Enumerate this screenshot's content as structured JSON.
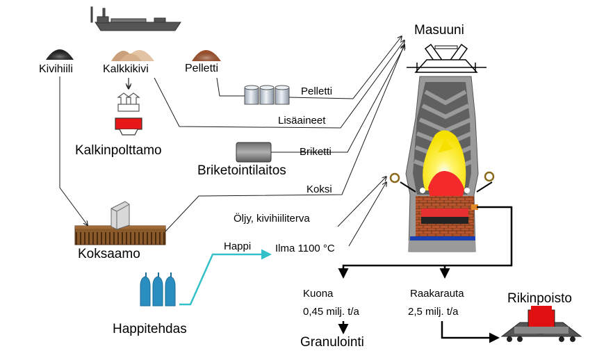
{
  "labels": {
    "masuuni": "Masuuni",
    "kivihiili": "Kivihiili",
    "kalkkikivi": "Kalkkikivi",
    "pelletti_raw": "Pelletti",
    "pelletti_feed": "Pelletti",
    "lisaaineet": "Lisäaineet",
    "briketti": "Briketti",
    "kalkinpolttamo": "Kalkinpolttamo",
    "briketointilaitos": "Briketointilaitos",
    "koksi": "Koksi",
    "oljy": "Öljy, kivihiiliterva",
    "koksaamo": "Koksaamo",
    "happi": "Happi",
    "ilma": "Ilma 1100 °C",
    "happitehdas": "Happitehdas",
    "kuona": "Kuona",
    "kuona_amount": "0,45 milj. t/a",
    "raakarauta": "Raakarauta",
    "raakarauta_amount": "2,5 milj. t/a",
    "rikinpoisto": "Rikinpoisto",
    "granulointi": "Granulointi"
  },
  "colors": {
    "line": "#1a1a1a",
    "oxygen_line": "#33c0c8",
    "oxygen_tanks": "#2a8fc0",
    "furnace_wall": "#8a8a8a",
    "burden_layer": "#7a7a7a",
    "flame_yellow": "#f6f000",
    "flame_core": "#f22a2a",
    "hearth_brick": "#b24a2a",
    "hearth_blue": "#1a3fb0",
    "coke_oven": "#8a5a2a",
    "ladle_red": "#e01010",
    "coal": "#222222",
    "limestone": "#d8b088",
    "pellet": "#9a4a2a"
  },
  "icons": [
    "ship-icon",
    "coal-pile-icon",
    "limestone-pile-icon",
    "pellet-pile-icon",
    "pellet-drums-icon",
    "lime-kiln-icon",
    "briquetting-press-icon",
    "coke-oven-icon",
    "oxygen-tanks-icon",
    "blast-furnace-icon",
    "torpedo-ladle-icon"
  ]
}
